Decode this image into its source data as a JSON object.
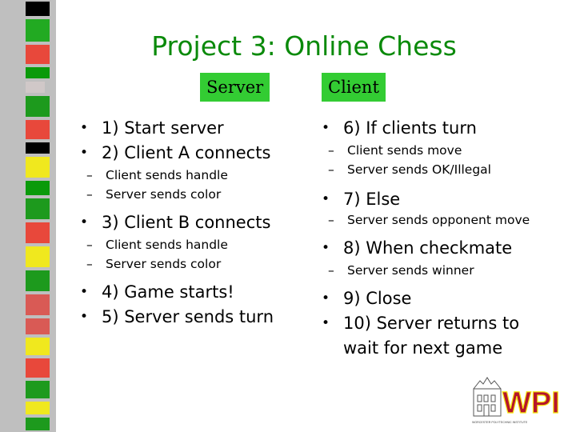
{
  "slide": {
    "title": "Project 3: Online Chess",
    "server_heading": "Server",
    "client_heading": "Client",
    "server_items": [
      {
        "level": 1,
        "text": "1)  Start server"
      },
      {
        "level": 1,
        "text": "2) Client A connects"
      },
      {
        "level": 2,
        "text": "Client sends handle"
      },
      {
        "level": 2,
        "text": "Server sends color"
      },
      {
        "level": 1,
        "text": "3) Client B connects"
      },
      {
        "level": 2,
        "text": "Client sends handle"
      },
      {
        "level": 2,
        "text": "Server sends color"
      },
      {
        "level": 1,
        "text": "4) Game starts!"
      },
      {
        "level": 1,
        "text": "5) Server sends turn"
      }
    ],
    "client_items": [
      {
        "level": 1,
        "text": "6) If clients turn"
      },
      {
        "level": 2,
        "text": "Client sends move"
      },
      {
        "level": 2,
        "text": "Server sends OK/Illegal"
      },
      {
        "level": 1,
        "text": "7) Else"
      },
      {
        "level": 2,
        "text": "Server sends opponent move"
      },
      {
        "level": 1,
        "text": "8) When checkmate"
      },
      {
        "level": 2,
        "text": "Server sends winner"
      },
      {
        "level": 1,
        "text": "9) Close"
      },
      {
        "level": 1,
        "text": "10) Server returns to wait for next game"
      }
    ],
    "bullet": "•",
    "dash": "–",
    "logo": {
      "text": "WPI",
      "tagline": "WORCESTER POLYTECHNIC INSTITUTE"
    }
  },
  "colors": {
    "title": "#0a8a0a",
    "heading_bg": "#33cc33",
    "strip_bg": "#bfbfbf",
    "logo_red": "#b5152b",
    "logo_yellow": "#f6e812",
    "strip_blocks": [
      "#000000",
      "#22aa22",
      "#e8483b",
      "#0a9a0a",
      "#d0c8c8",
      "#1d9a1d",
      "#e8483b",
      "#000000",
      "#f0e81e",
      "#0a9a0a",
      "#1d9a1d",
      "#e8483b",
      "#f0e81e",
      "#1d9a1d",
      "#d95a55",
      "#d95a55",
      "#f0e81e",
      "#e8483b",
      "#1d9a1d",
      "#f0e81e",
      "#1d9a1d",
      "#d95a55",
      "#1d9a1d"
    ]
  }
}
